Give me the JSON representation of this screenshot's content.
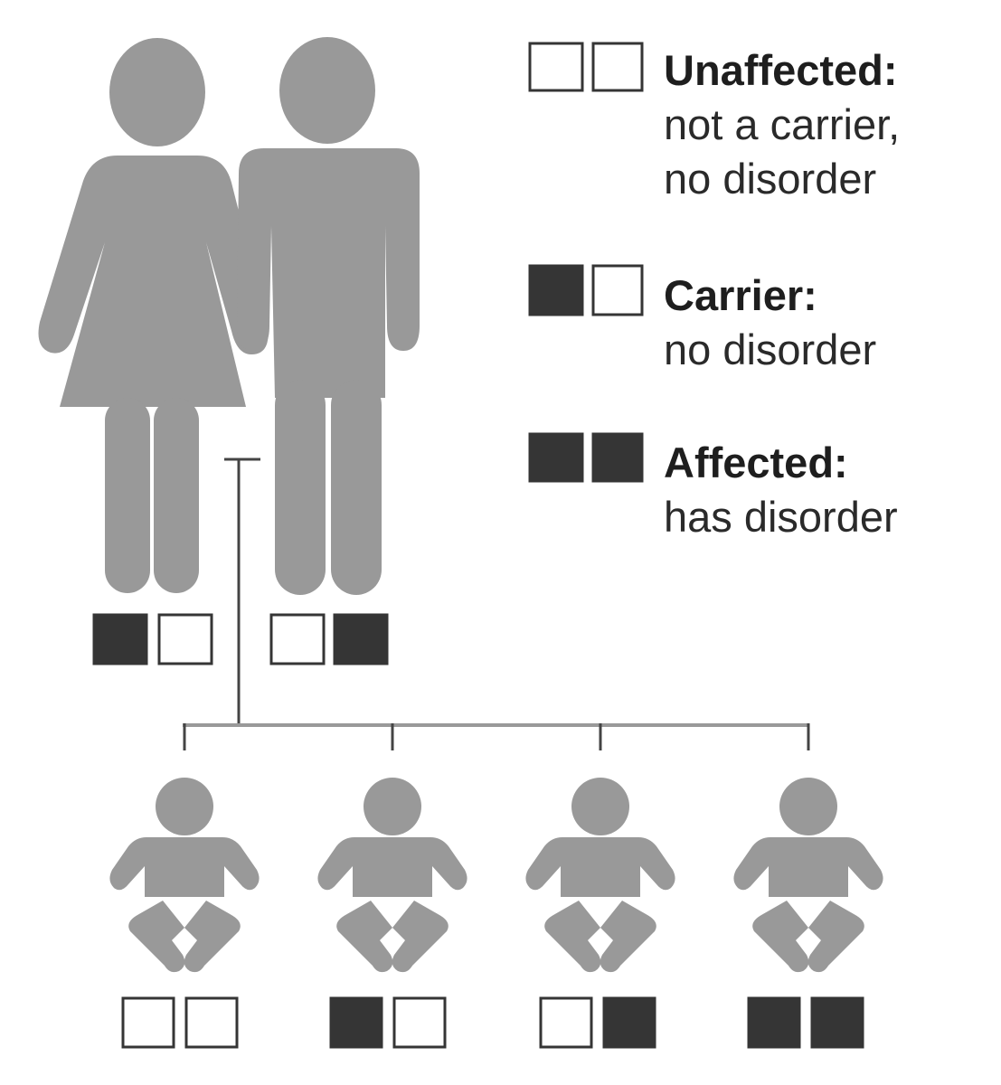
{
  "legend": {
    "unaffected": {
      "title": "Unaffected:",
      "line1": "not a carrier,",
      "line2": "no disorder",
      "alleles": [
        false,
        false
      ]
    },
    "carrier": {
      "title": "Carrier:",
      "line1": "no disorder",
      "alleles": [
        true,
        false
      ]
    },
    "affected": {
      "title": "Affected:",
      "line1": "has disorder",
      "alleles": [
        true,
        true
      ]
    }
  },
  "parents": {
    "mother": {
      "alleles": [
        true,
        false
      ]
    },
    "father": {
      "alleles": [
        false,
        true
      ]
    }
  },
  "children": [
    {
      "alleles": [
        false,
        false
      ]
    },
    {
      "alleles": [
        true,
        false
      ]
    },
    {
      "alleles": [
        false,
        true
      ]
    },
    {
      "alleles": [
        true,
        true
      ]
    }
  ],
  "colors": {
    "figure": "#999999",
    "allele_filled": "#353535",
    "allele_outline": "#353535",
    "allele_empty": "#ffffff",
    "line": "#444444",
    "bracket": "#999999"
  }
}
